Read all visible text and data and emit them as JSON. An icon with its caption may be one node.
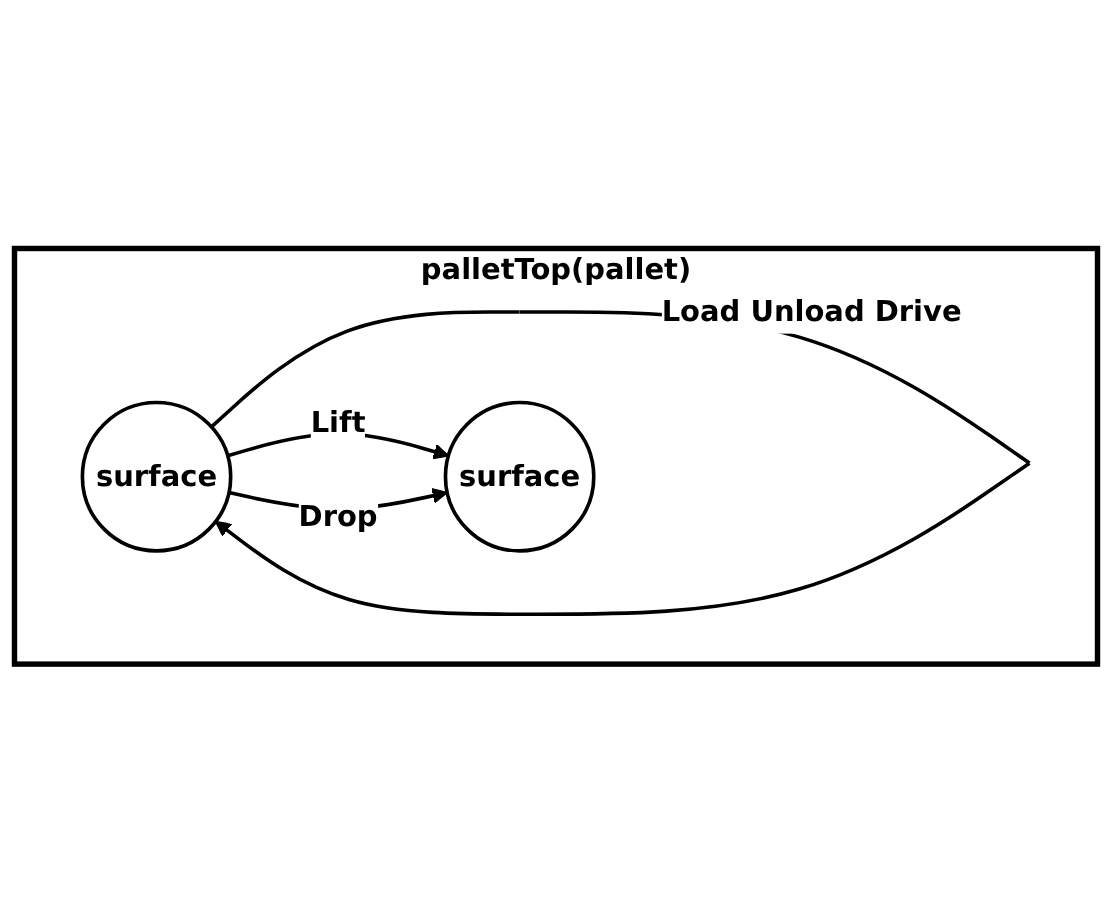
{
  "diagram": {
    "nodes": [
      {
        "text": [
          "palletTop(pallet)"
        ]
      },
      {
        "text": [
          "surface"
        ],
        "in": 0
      },
      {
        "text": [
          "surface"
        ],
        "in": 0
      }
    ],
    "edges": [
      {
        "from": 1,
        "to": 1,
        "arrow": "to",
        "label": "Load Unload Drive"
      },
      {
        "from": 1,
        "to": 2,
        "arrow": "to",
        "label": "Lift"
      },
      {
        "from": 1,
        "to": 2,
        "arrow": "to",
        "label": "Drop"
      }
    ]
  }
}
